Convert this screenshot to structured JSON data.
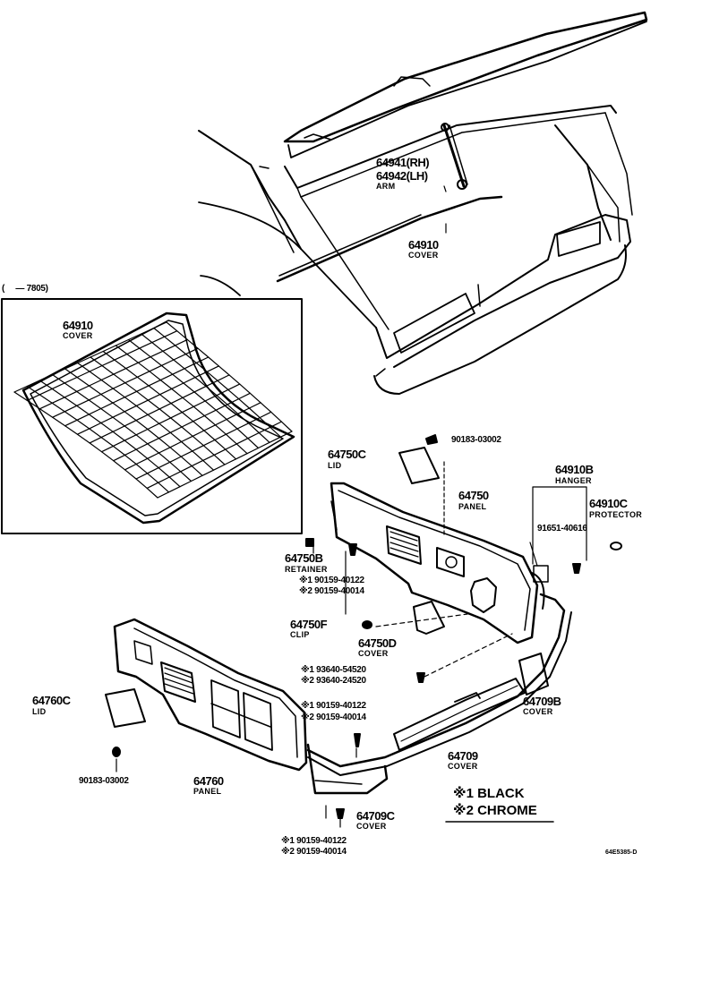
{
  "colors": {
    "line": "#000000",
    "background": "#ffffff"
  },
  "inset": {
    "range": "(     — 7805)",
    "part": "64910",
    "desc": "COVER"
  },
  "parts": {
    "arm_rh": "64941(RH)",
    "arm_lh": "64942(LH)",
    "arm_desc": "ARM",
    "cover_top": "64910",
    "cover_top_desc": "COVER",
    "screw_top": "90183-03002",
    "lid_right": "64750C",
    "lid_right_desc": "LID",
    "panel_right": "64750",
    "panel_right_desc": "PANEL",
    "hanger": "64910B",
    "hanger_desc": "HANGER",
    "protector": "64910C",
    "protector_desc": "PROTECTOR",
    "clip_right": "91651-40616",
    "retainer": "64750B",
    "retainer_desc": "RETAINER",
    "screw_a1": "※1 90159-40122",
    "screw_a2": "※2 90159-40014",
    "clip": "64750F",
    "clip_desc": "CLIP",
    "cover_d": "64750D",
    "cover_d_desc": "COVER",
    "screw_b1": "※1 93640-54520",
    "screw_b2": "※2 93640-24520",
    "lid_left": "64760C",
    "lid_left_desc": "LID",
    "screw_c1": "※1 90159-40122",
    "screw_c2": "※2 90159-40014",
    "cover_b": "64709B",
    "cover_b_desc": "COVER",
    "screw_left": "90183-03002",
    "panel_left": "64760",
    "panel_left_desc": "PANEL",
    "cover_main": "64709",
    "cover_main_desc": "COVER",
    "cover_c": "64709C",
    "cover_c_desc": "COVER",
    "screw_d1": "※1 90159-40122",
    "screw_d2": "※2 90159-40014"
  },
  "legend": {
    "item1": "※1 BLACK",
    "item2": "※2 CHROME"
  },
  "code": "64E5385-D"
}
